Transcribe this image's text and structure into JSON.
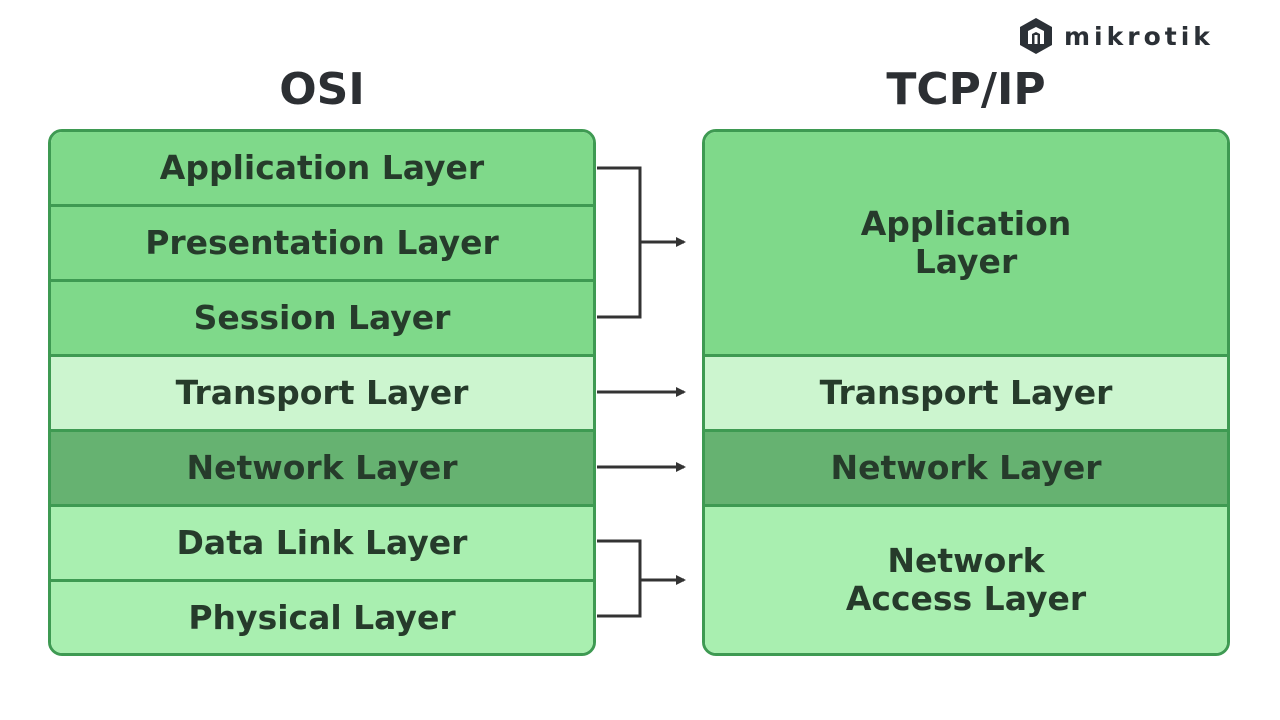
{
  "brand": {
    "name": "mikrotik",
    "icon": "mikrotik-logo-icon"
  },
  "colors": {
    "border": "#3e9a52",
    "application": "#7fd98a",
    "transport": "#ccf5cf",
    "network": "#66b271",
    "lower": "#a9efb0",
    "connector": "#333333"
  },
  "osi": {
    "title": "OSI",
    "layers": [
      {
        "label": "Application Layer",
        "tone": "mid"
      },
      {
        "label": "Presentation Layer",
        "tone": "mid"
      },
      {
        "label": "Session Layer",
        "tone": "mid"
      },
      {
        "label": "Transport Layer",
        "tone": "light"
      },
      {
        "label": "Network Layer",
        "tone": "dark"
      },
      {
        "label": "Data Link Layer",
        "tone": "pale"
      },
      {
        "label": "Physical Layer",
        "tone": "pale"
      }
    ]
  },
  "tcpip": {
    "title": "TCP/IP",
    "layers": [
      {
        "label": "Application\nLayer",
        "tone": "mid",
        "maps_from": [
          "Application Layer",
          "Presentation Layer",
          "Session Layer"
        ]
      },
      {
        "label": "Transport Layer",
        "tone": "light",
        "maps_from": [
          "Transport Layer"
        ]
      },
      {
        "label": "Network Layer",
        "tone": "dark",
        "maps_from": [
          "Network Layer"
        ]
      },
      {
        "label": "Network\nAccess Layer",
        "tone": "pale",
        "maps_from": [
          "Data Link Layer",
          "Physical Layer"
        ]
      }
    ]
  }
}
